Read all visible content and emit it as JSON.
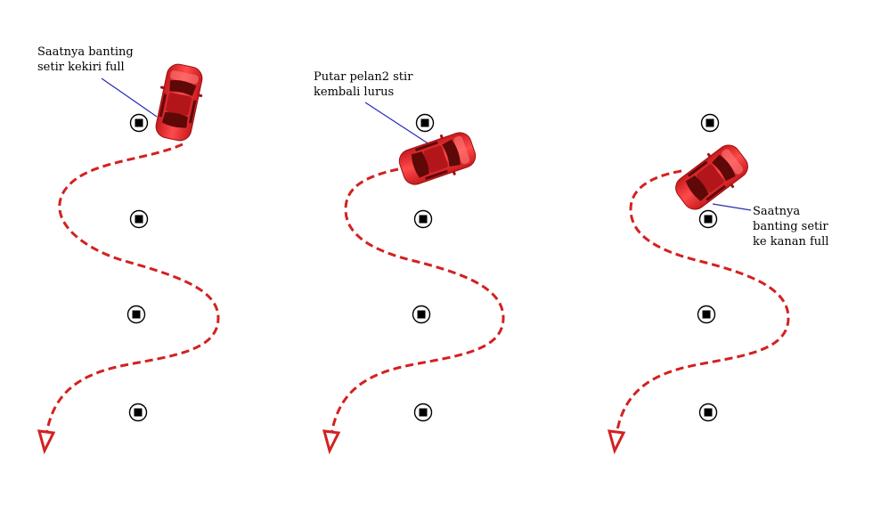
{
  "panels": [
    {
      "id": "panel-1",
      "callout": "Saatnya banting\nsetir kekiri full",
      "car_state": "steering-full-left"
    },
    {
      "id": "panel-2",
      "callout": "Putar pelan2 stir\nkembali lurus",
      "car_state": "straightening"
    },
    {
      "id": "panel-3",
      "callout": "Saatnya\nbanting setir\nke kanan full",
      "car_state": "steering-full-right"
    }
  ],
  "colors": {
    "path": "#d42020",
    "car_body": "#e8262a",
    "car_dark": "#8a0f10",
    "leader_line": "#2a2ab8",
    "cone_marker": "#000000"
  },
  "icons": {
    "cone": "cone-marker-icon",
    "car": "red-car-icon",
    "arrow": "direction-arrow-icon"
  }
}
